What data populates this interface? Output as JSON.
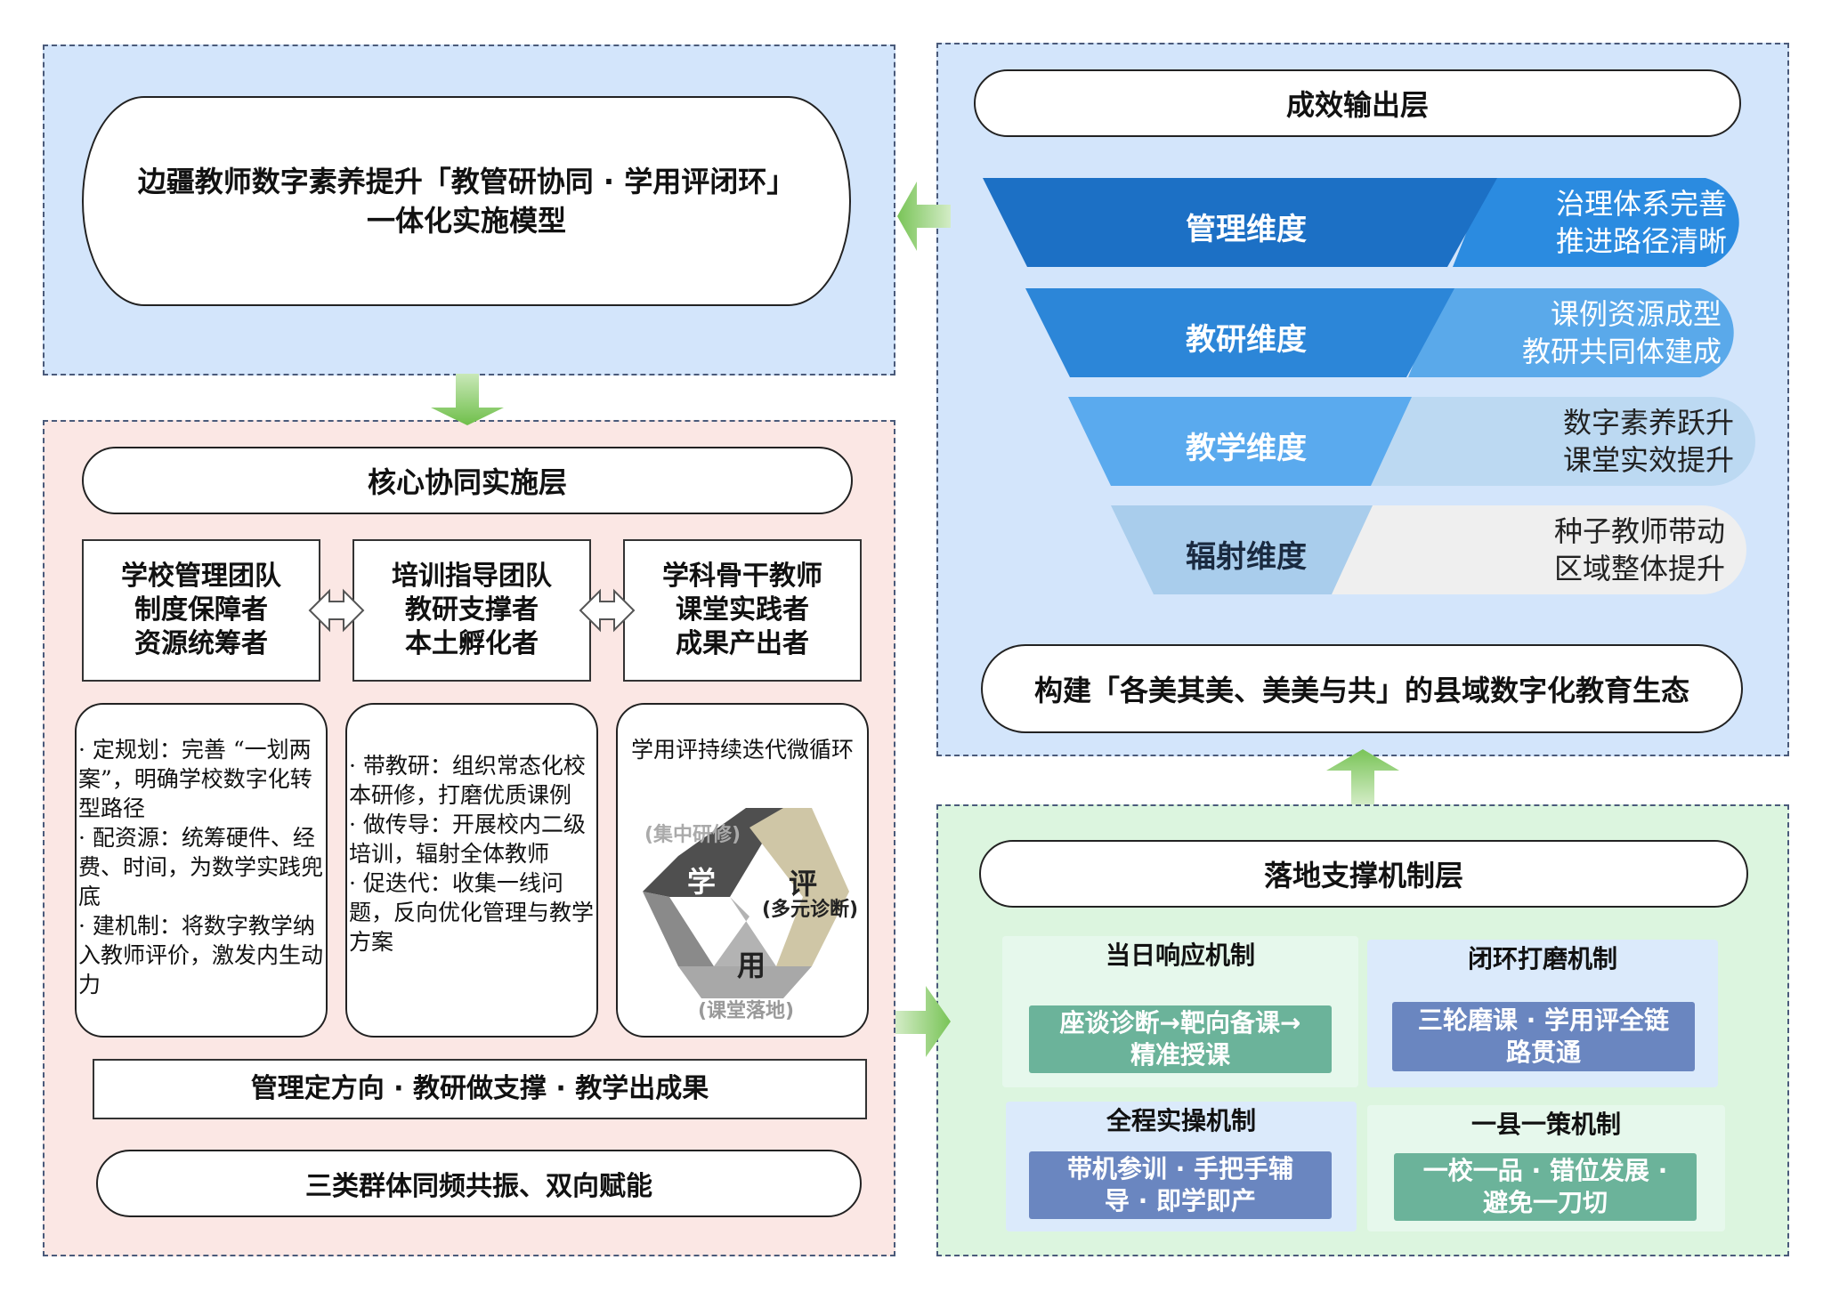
{
  "colors": {
    "top_left_panel": "#d3e5fb",
    "mid_left_panel": "#fbe7e4",
    "right_top_panel": "#d3e5fb",
    "right_bottom_panel": "#dcf5df",
    "arrow_green": "#8ecb6c",
    "tier1_left": "#1c70c5",
    "tier1_right": "#2b8be0",
    "tier2_left": "#2c86d8",
    "tier2_right": "#5aa9ea",
    "tier3_left": "#5aaaee",
    "tier3_right": "#bcd9f2",
    "tier4_left": "#a9cdec",
    "tier4_right": "#efefef",
    "mech_green": "#6bb39a",
    "mech_blue": "#6a86c0"
  },
  "model": {
    "title_line1": "边疆教师数字素养提升「教管研协同 · 学用评闭环」",
    "title_line2": "一体化实施模型"
  },
  "core": {
    "title": "核心协同实施层",
    "groups": [
      {
        "line1": "学校管理团队",
        "line2": "制度保障者",
        "line3": "资源统筹者"
      },
      {
        "line1": "培训指导团队",
        "line2": "教研支撑者",
        "line3": "本土孵化者"
      },
      {
        "line1": "学科骨干教师",
        "line2": "课堂实践者",
        "line3": "成果产出者"
      }
    ],
    "bullets_left": "· 定规划：完善 “一划两案”，明确学校数字化转型路径\n· 配资源：统筹硬件、经费、时间，为数学实践兜底\n· 建机制：将数字教学纳入教师评价，激发内生动力",
    "bullets_mid": "· 带教研：组织常态化校本研修，打磨优质课例\n· 做传导：开展校内二级培训，辐射全体教师\n· 促迭代：收集一线问题，反向优化管理与教学方案",
    "cycle": {
      "title": "学用评持续迭代微循环",
      "learn": "学",
      "learn_sub": "(集中研修)",
      "eval": "评",
      "eval_sub": "(多元诊断)",
      "use": "用",
      "use_sub": "(课堂落地)"
    },
    "summary": "管理定方向 · 教研做支撑 · 教学出成果",
    "slogan": "三类群体同频共振、双向赋能"
  },
  "output": {
    "title": "成效输出层",
    "tiers": [
      {
        "label": "管理维度",
        "out1": "治理体系完善",
        "out2": "推进路径清晰"
      },
      {
        "label": "教研维度",
        "out1": "课例资源成型",
        "out2": "教研共同体建成"
      },
      {
        "label": "教学维度",
        "out1": "数字素养跃升",
        "out2": "课堂实效提升"
      },
      {
        "label": "辐射维度",
        "out1": "种子教师带动",
        "out2": "区域整体提升"
      }
    ],
    "ecosystem": "构建「各美其美、美美与共」的县域数字化教育生态"
  },
  "support": {
    "title": "落地支撑机制层",
    "mechanisms": [
      {
        "title": "当日响应机制",
        "bar": "座谈诊断→靶向备课→\n精准授课"
      },
      {
        "title": "闭环打磨机制",
        "bar": "三轮磨课 · 学用评全链\n路贯通"
      },
      {
        "title": "全程实操机制",
        "bar": "带机参训 · 手把手辅\n导 · 即学即产"
      },
      {
        "title": "一县一策机制",
        "bar": "一校一品 · 错位发展 ·\n避免一刀切"
      }
    ]
  }
}
